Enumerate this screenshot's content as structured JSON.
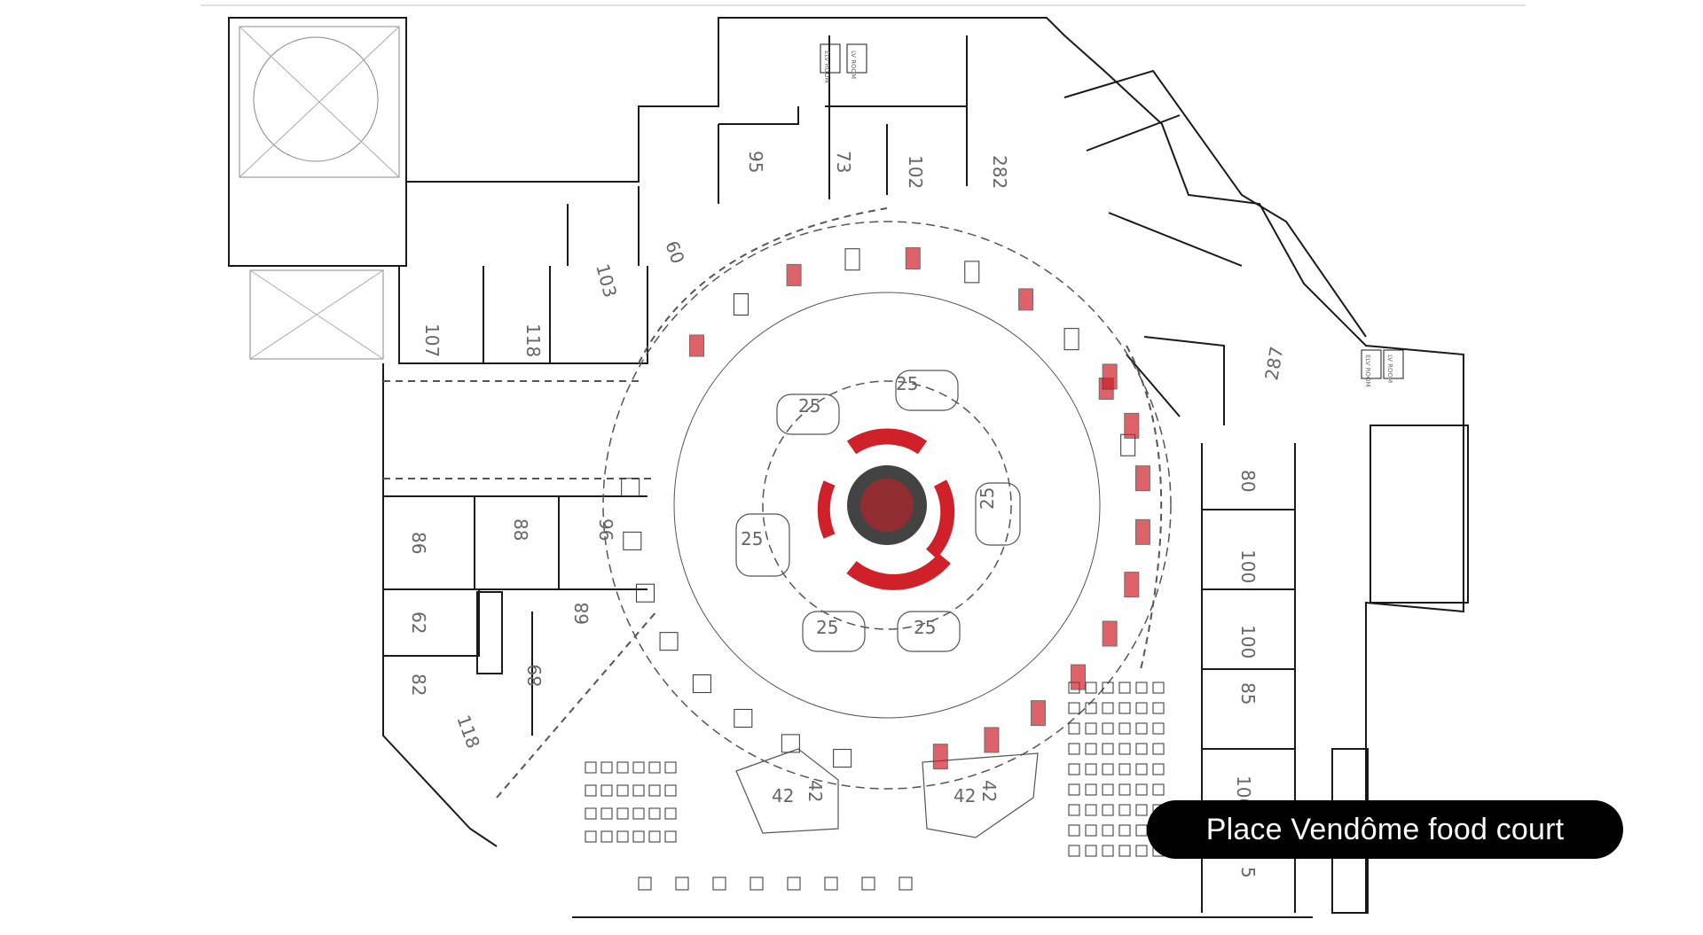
{
  "caption": "Place Vendôme food court",
  "units": [
    {
      "id": "u95",
      "label": "95"
    },
    {
      "id": "u73",
      "label": "73"
    },
    {
      "id": "u102",
      "label": "102"
    },
    {
      "id": "u282",
      "label": "282"
    },
    {
      "id": "u60",
      "label": "60"
    },
    {
      "id": "u103",
      "label": "103"
    },
    {
      "id": "u107",
      "label": "107"
    },
    {
      "id": "u118a",
      "label": "118"
    },
    {
      "id": "u287",
      "label": "287"
    },
    {
      "id": "u80",
      "label": "80"
    },
    {
      "id": "u100a",
      "label": "100"
    },
    {
      "id": "u100b",
      "label": "100"
    },
    {
      "id": "u85",
      "label": "85"
    },
    {
      "id": "u100c",
      "label": "100"
    },
    {
      "id": "u5",
      "label": "5"
    },
    {
      "id": "u86",
      "label": "86"
    },
    {
      "id": "u88",
      "label": "88"
    },
    {
      "id": "u96",
      "label": "96"
    },
    {
      "id": "u62",
      "label": "62"
    },
    {
      "id": "u68",
      "label": "68"
    },
    {
      "id": "u82",
      "label": "82"
    },
    {
      "id": "u89",
      "label": "89"
    },
    {
      "id": "u118b",
      "label": "118"
    }
  ],
  "islands": [
    {
      "id": "i25a",
      "label": "25"
    },
    {
      "id": "i25b",
      "label": "25"
    },
    {
      "id": "i25c",
      "label": "25"
    },
    {
      "id": "i25d",
      "label": "25"
    },
    {
      "id": "i25e",
      "label": "25"
    },
    {
      "id": "i25f",
      "label": "25"
    },
    {
      "id": "i42a",
      "label": "42"
    },
    {
      "id": "i42b",
      "label": "42"
    },
    {
      "id": "i42c",
      "label": "42"
    },
    {
      "id": "i42d",
      "label": "42"
    }
  ],
  "service_rooms": [
    "ELV ROOM",
    "LV ROOM",
    "ELV ROOM",
    "LV ROOM"
  ],
  "colors": {
    "line": "#1a1a1a",
    "seat_accent": "#d0202a",
    "caption_bg": "#000000",
    "caption_text": "#ffffff"
  }
}
